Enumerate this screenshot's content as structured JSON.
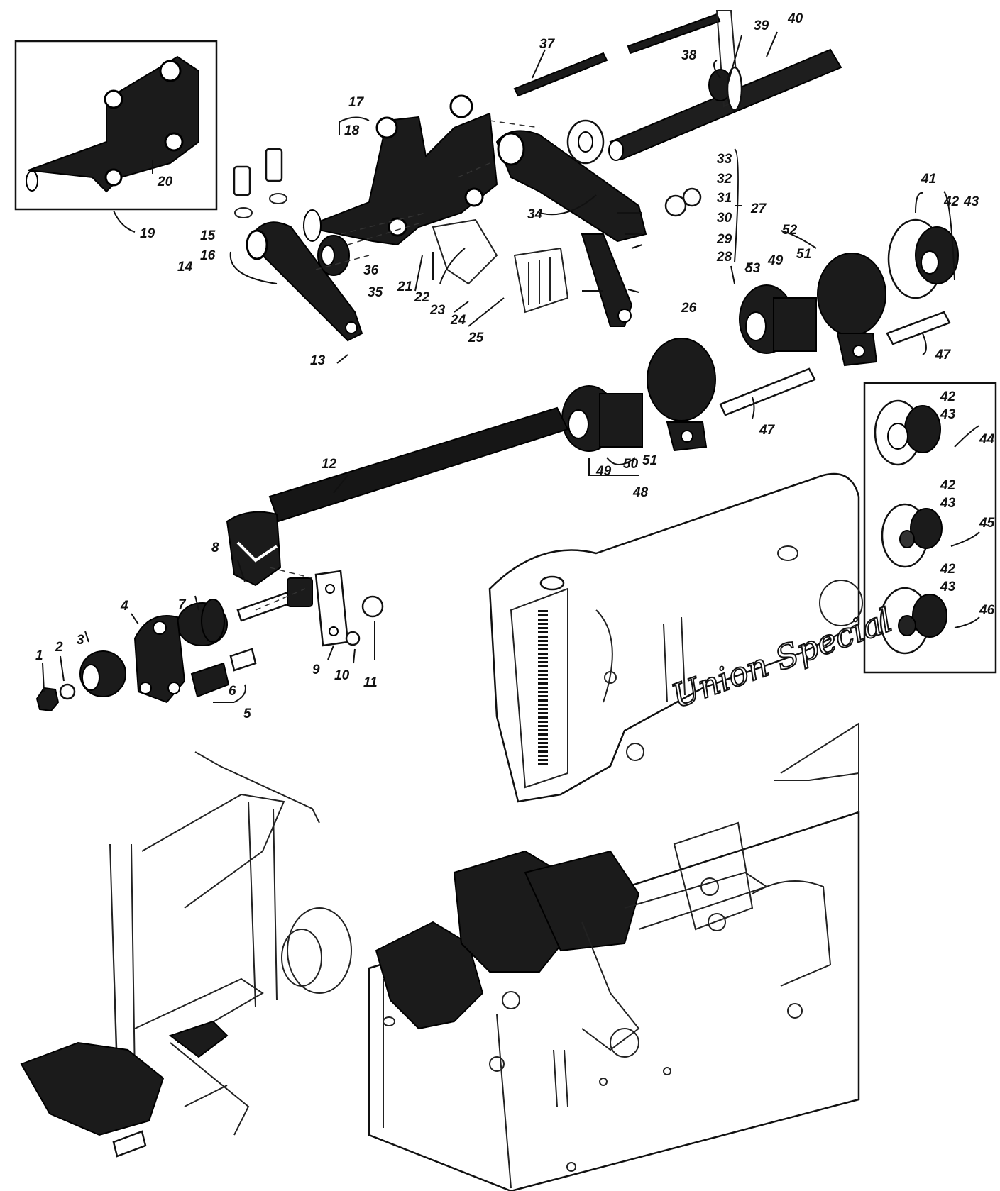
{
  "brand_text": "Union Special",
  "labels": {
    "n1": "1",
    "n2": "2",
    "n3": "3",
    "n4": "4",
    "n5": "5",
    "n6": "6",
    "n7": "7",
    "n8": "8",
    "n9": "9",
    "n10": "10",
    "n11": "11",
    "n12": "12",
    "n13": "13",
    "n14": "14",
    "n15": "15",
    "n16": "16",
    "n17": "17",
    "n18": "18",
    "n19": "19",
    "n20": "20",
    "n21": "21",
    "n22": "22",
    "n23": "23",
    "n24": "24",
    "n25": "25",
    "n26": "26",
    "n27": "27",
    "n28": "28",
    "n29": "29",
    "n30": "30",
    "n31": "31",
    "n32": "32",
    "n33": "33",
    "n34": "34",
    "n35": "35",
    "n36": "36",
    "n37": "37",
    "n38": "38",
    "n39": "39",
    "n40": "40",
    "n41": "41",
    "n42a": "42",
    "n43a": "43",
    "n42b": "42",
    "n43b": "43",
    "n44": "44",
    "n42c": "42",
    "n43c": "43",
    "n45": "45",
    "n42d": "42",
    "n43d": "43",
    "n46": "46",
    "n47a": "47",
    "n47b": "47",
    "n48": "48",
    "n49a": "49",
    "n49b": "49",
    "n50": "50",
    "n51a": "51",
    "n51b": "51",
    "n52": "52",
    "n53": "53"
  }
}
